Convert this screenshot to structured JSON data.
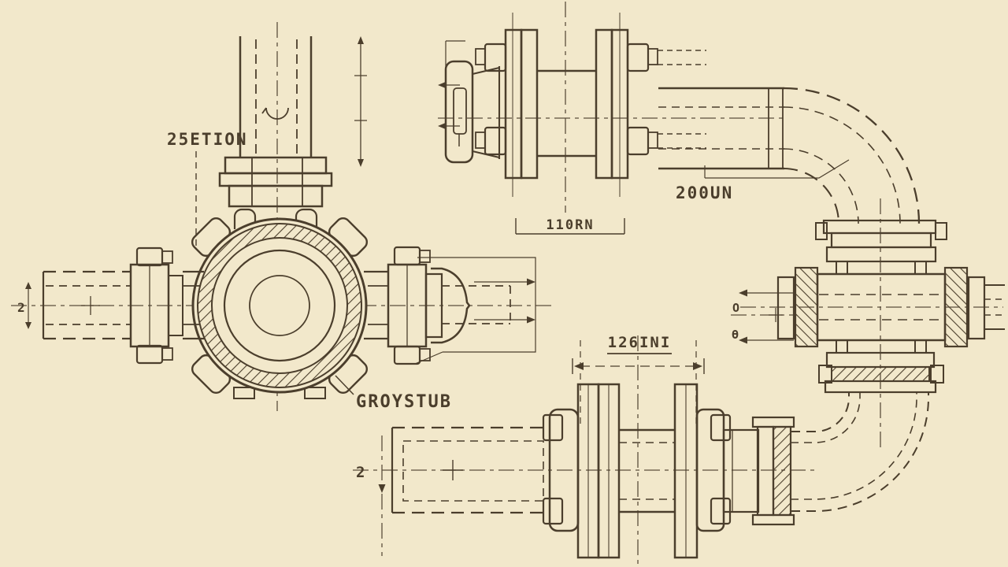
{
  "canvas": {
    "background": "#f2e8cb",
    "ink": "#4b3e2c"
  },
  "labels": {
    "section": "25ETION",
    "coupling_width": "110RN",
    "pipe_spec": "200UN",
    "stub_part": "GROYSTUB",
    "flange_spacing": "126INI",
    "left_pipe_dia": "2",
    "bottom_pipe_dia": "2",
    "port_marker_top": "O",
    "port_marker_bottom": "Ө"
  }
}
